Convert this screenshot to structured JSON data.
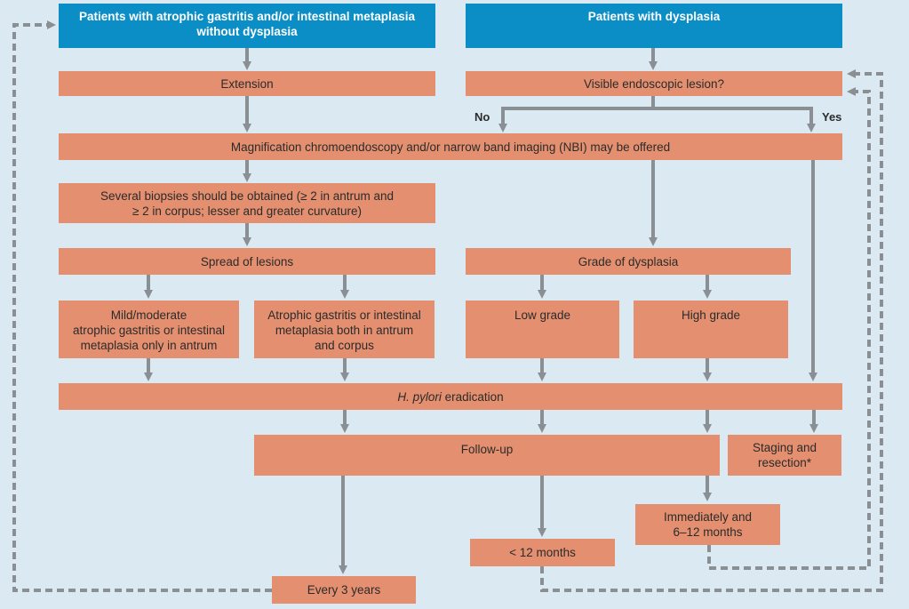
{
  "top_left_box": "Patients with atrophic gastritis and/or intestinal metaplasia without dysplasia",
  "top_right_box": "Patients with dysplasia",
  "extension": "Extension",
  "visible_lesion": "Visible endoscopic lesion?",
  "branch_no": "No",
  "branch_yes": "Yes",
  "magnification": "Magnification chromoendoscopy and/or narrow band imaging (NBI) may be offered",
  "biopsies": "Several biopsies should be obtained (≥ 2 in antrum and\n≥ 2 in corpus; lesser and greater curvature)",
  "spread": "Spread of lesions",
  "grade": "Grade of dysplasia",
  "mild": "Mild/moderate\natrophic gastritis or intestinal\nmetaplasia only in antrum",
  "atrophic_both": "Atrophic gastritis or intestinal\nmetaplasia both in antrum\nand corpus",
  "low_grade": "Low grade",
  "high_grade": "High grade",
  "eradication": {
    "italic": "H. pylori",
    "rest": " eradication"
  },
  "follow_up": "Follow-up",
  "staging": "Staging and\nresection*",
  "immediately": "Immediately and\n6–12 months",
  "lt12": "< 12 months",
  "every3": "Every 3 years"
}
